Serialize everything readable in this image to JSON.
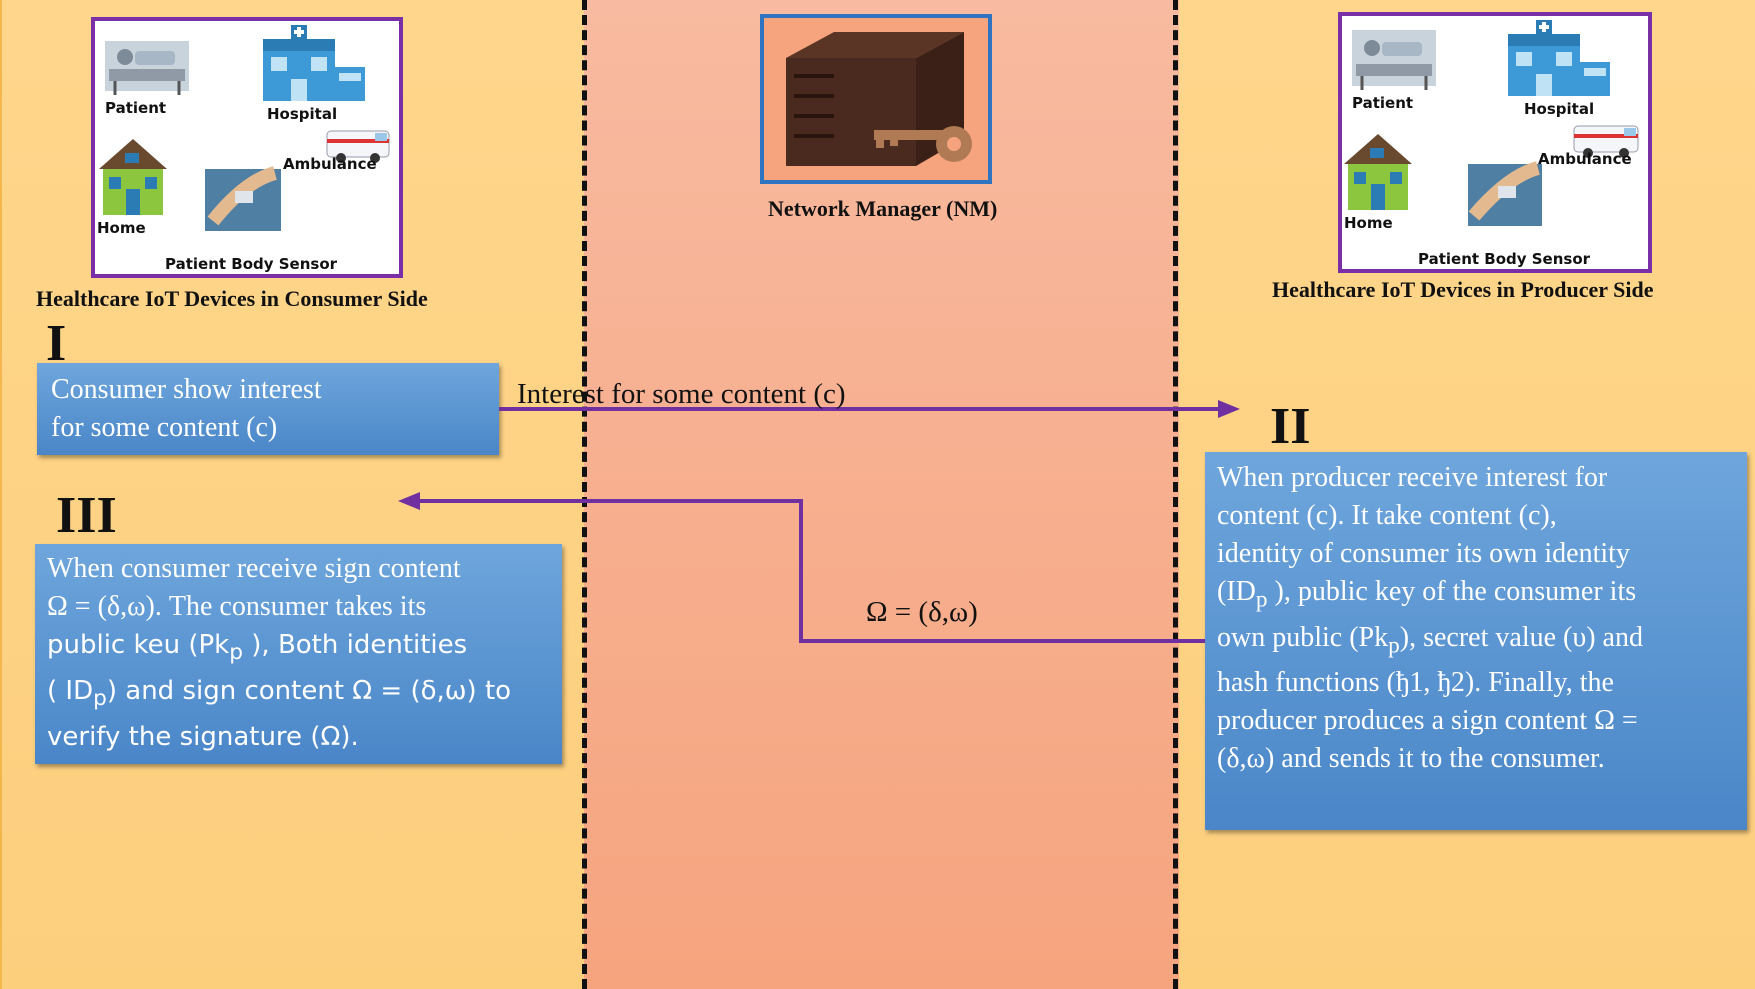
{
  "consumer": {
    "devices": {
      "patient": "Patient",
      "hospital": "Hospital",
      "ambulance": "Ambulance",
      "home": "Home",
      "sensor": "Patient Body Sensor"
    },
    "title": "Healthcare IoT Devices in Consumer Side"
  },
  "producer": {
    "devices": {
      "patient": "Patient",
      "hospital": "Hospital",
      "ambulance": "Ambulance",
      "home": "Home",
      "sensor": "Patient Body Sensor"
    },
    "title": "Healthcare IoT Devices in Producer Side"
  },
  "network_manager": {
    "label": "Network Manager (NM)"
  },
  "steps": {
    "one": {
      "numeral": "I",
      "text": "Consumer show interest for some content (c)"
    },
    "two": {
      "numeral": "II",
      "line1": "When producer receive interest for",
      "line2": "content (c). It take content (c),",
      "line3": "identity of consumer its own identity",
      "line4a": "(ID",
      "line4sub": "p",
      "line4b": " ), public key of the consumer its",
      "line5a": "own public (Pk",
      "line5sub": "p",
      "line5b": "), secret value (υ) and",
      "line6": "hash functions (ђ1, ђ2). Finally, the",
      "line7": "producer produces a sign content Ω =",
      "line8": "(δ,ω) and sends it to the consumer."
    },
    "three": {
      "numeral": "III",
      "line1": "When consumer receive sign content",
      "line2": "Ω = (δ,ω). The consumer takes its",
      "line3a": "public keu (Pk",
      "line3sub": "p",
      "line3b": " ), Both identities",
      "line4a": "( ID",
      "line4sub": "p",
      "line4b": ") and sign content Ω = (δ,ω) to",
      "line5": "verify the signature (Ω)."
    }
  },
  "arrows": {
    "interest": "Interest for some content (c)",
    "signed": "Ω = (δ,ω)"
  },
  "colors": {
    "side_zone": "#fcd07f",
    "middle_zone": "#f6a47e",
    "box_fill": "#4a86c8",
    "arrow": "#7030a0",
    "card_border": "#7b2fa6",
    "nm_border": "#2f74c0"
  }
}
